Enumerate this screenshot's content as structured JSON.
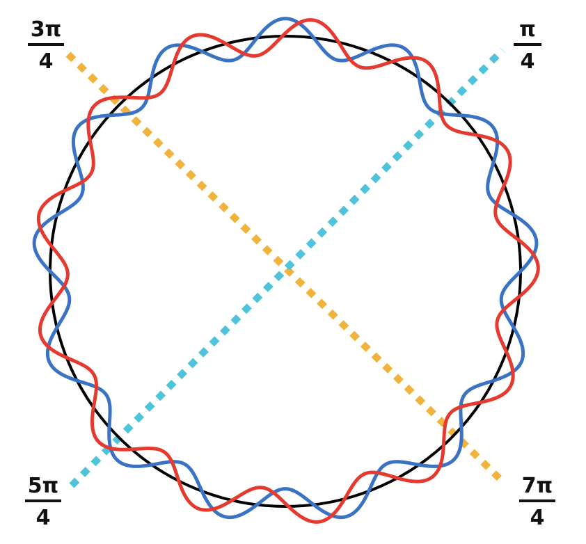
{
  "colors": {
    "background": "#ffffff",
    "reference_circle": "#000000",
    "wave_blue": "#3b73c4",
    "wave_red": "#e53a2f",
    "diagonal_orange": "#f2b33d",
    "diagonal_cyan": "#4fc3d9"
  },
  "angle_labels": [
    {
      "id": "pi-over-4",
      "numerator": "π",
      "denominator": "4",
      "angle_rad": 0.7854
    },
    {
      "id": "three-pi-over-4",
      "numerator": "3π",
      "denominator": "4",
      "angle_rad": 2.3562
    },
    {
      "id": "five-pi-over-4",
      "numerator": "5π",
      "denominator": "4",
      "angle_rad": 3.927
    },
    {
      "id": "seven-pi-over-4",
      "numerator": "7π",
      "denominator": "4",
      "angle_rad": 5.4978
    }
  ],
  "diagonals": [
    {
      "id": "orange",
      "from_angle_rad": 2.3562,
      "to_angle_rad": 5.4978,
      "color_key": "diagonal_orange"
    },
    {
      "id": "cyan",
      "from_angle_rad": 3.927,
      "to_angle_rad": 0.7854,
      "color_key": "diagonal_cyan"
    }
  ],
  "waves": [
    {
      "id": "blue",
      "color_key": "wave_blue",
      "cycles": 13,
      "amplitude": 0.075,
      "phase_rad": 0.0
    },
    {
      "id": "red",
      "color_key": "wave_red",
      "cycles": 13,
      "amplitude": 0.075,
      "phase_rad": 1.4
    }
  ]
}
